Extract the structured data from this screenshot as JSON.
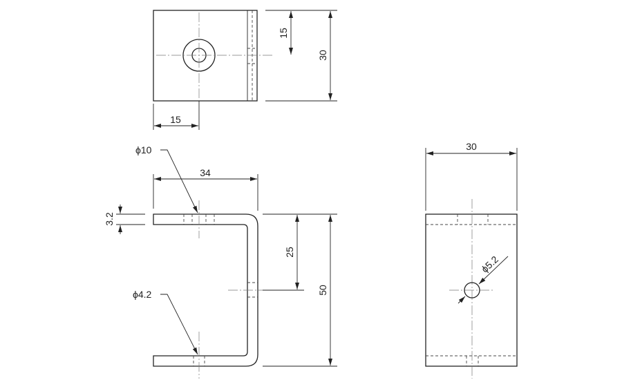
{
  "top_view": {
    "dims": {
      "height_total": "30",
      "height_half": "15",
      "width_half": "15"
    }
  },
  "front_view": {
    "dims": {
      "width": "34",
      "thickness": "3.2",
      "height_total": "50",
      "height_half": "25",
      "hole_large": "ϕ10",
      "hole_small": "ϕ4.2"
    }
  },
  "side_view": {
    "dims": {
      "width": "30",
      "hole": "ϕ5.2"
    }
  },
  "colors": {
    "line": "#222222",
    "center_line": "#777777",
    "background": "#ffffff"
  }
}
